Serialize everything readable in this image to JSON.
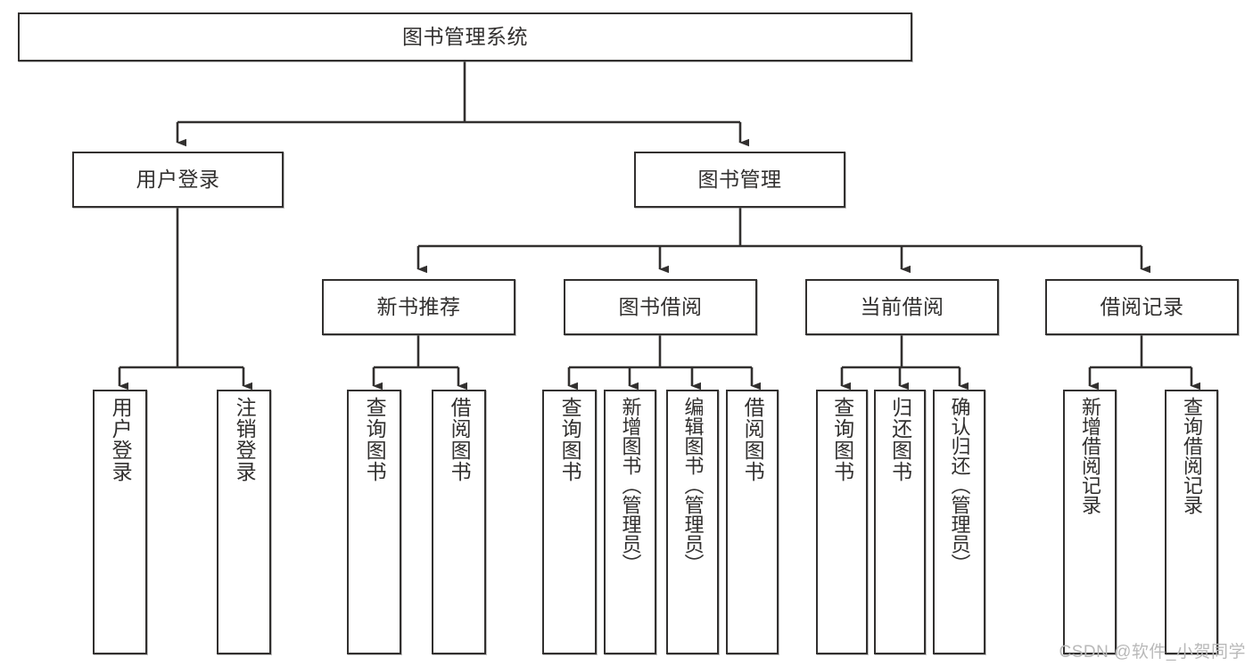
{
  "diagram": {
    "title": "图书管理系统",
    "type": "tree",
    "orientation": "top-down",
    "watermark": "CSDN @软件_小贺同学",
    "colors": {
      "node_border": "#32302f",
      "node_fill": "#ffffff",
      "edge": "#32302f",
      "text": "#32302f",
      "watermark": "#b9b9b9",
      "background": "#ffffff"
    },
    "root": {
      "id": "root",
      "label": "图书管理系统"
    },
    "level1": [
      {
        "id": "user-login",
        "label": "用户登录"
      },
      {
        "id": "book-manage",
        "label": "图书管理"
      }
    ],
    "level2": [
      {
        "id": "new-book-recommend",
        "label": "新书推荐",
        "parent": "book-manage"
      },
      {
        "id": "book-borrow",
        "label": "图书借阅",
        "parent": "book-manage"
      },
      {
        "id": "current-borrow",
        "label": "当前借阅",
        "parent": "book-manage"
      },
      {
        "id": "borrow-record",
        "label": "借阅记录",
        "parent": "book-manage"
      }
    ],
    "leaves": [
      {
        "id": "leaf-user-login",
        "label": "用户登录",
        "parent": "user-login"
      },
      {
        "id": "leaf-logout-login",
        "label": "注销登录",
        "parent": "user-login"
      },
      {
        "id": "leaf-query-book-1",
        "label": "查询图书",
        "parent": "new-book-recommend"
      },
      {
        "id": "leaf-borrow-book-1",
        "label": "借阅图书",
        "parent": "new-book-recommend"
      },
      {
        "id": "leaf-query-book-2",
        "label": "查询图书",
        "parent": "book-borrow"
      },
      {
        "id": "leaf-add-book",
        "label": "新增图书（管理员）",
        "parent": "book-borrow"
      },
      {
        "id": "leaf-edit-book",
        "label": "编辑图书（管理员）",
        "parent": "book-borrow"
      },
      {
        "id": "leaf-borrow-book-2",
        "label": "借阅图书",
        "parent": "book-borrow"
      },
      {
        "id": "leaf-query-book-3",
        "label": "查询图书",
        "parent": "current-borrow"
      },
      {
        "id": "leaf-return-book",
        "label": "归还图书",
        "parent": "current-borrow"
      },
      {
        "id": "leaf-confirm-return",
        "label": "确认归还（管理员）",
        "parent": "current-borrow"
      },
      {
        "id": "leaf-add-record",
        "label": "新增借阅记录",
        "parent": "borrow-record"
      },
      {
        "id": "leaf-query-record",
        "label": "查询借阅记录",
        "parent": "borrow-record"
      }
    ]
  }
}
